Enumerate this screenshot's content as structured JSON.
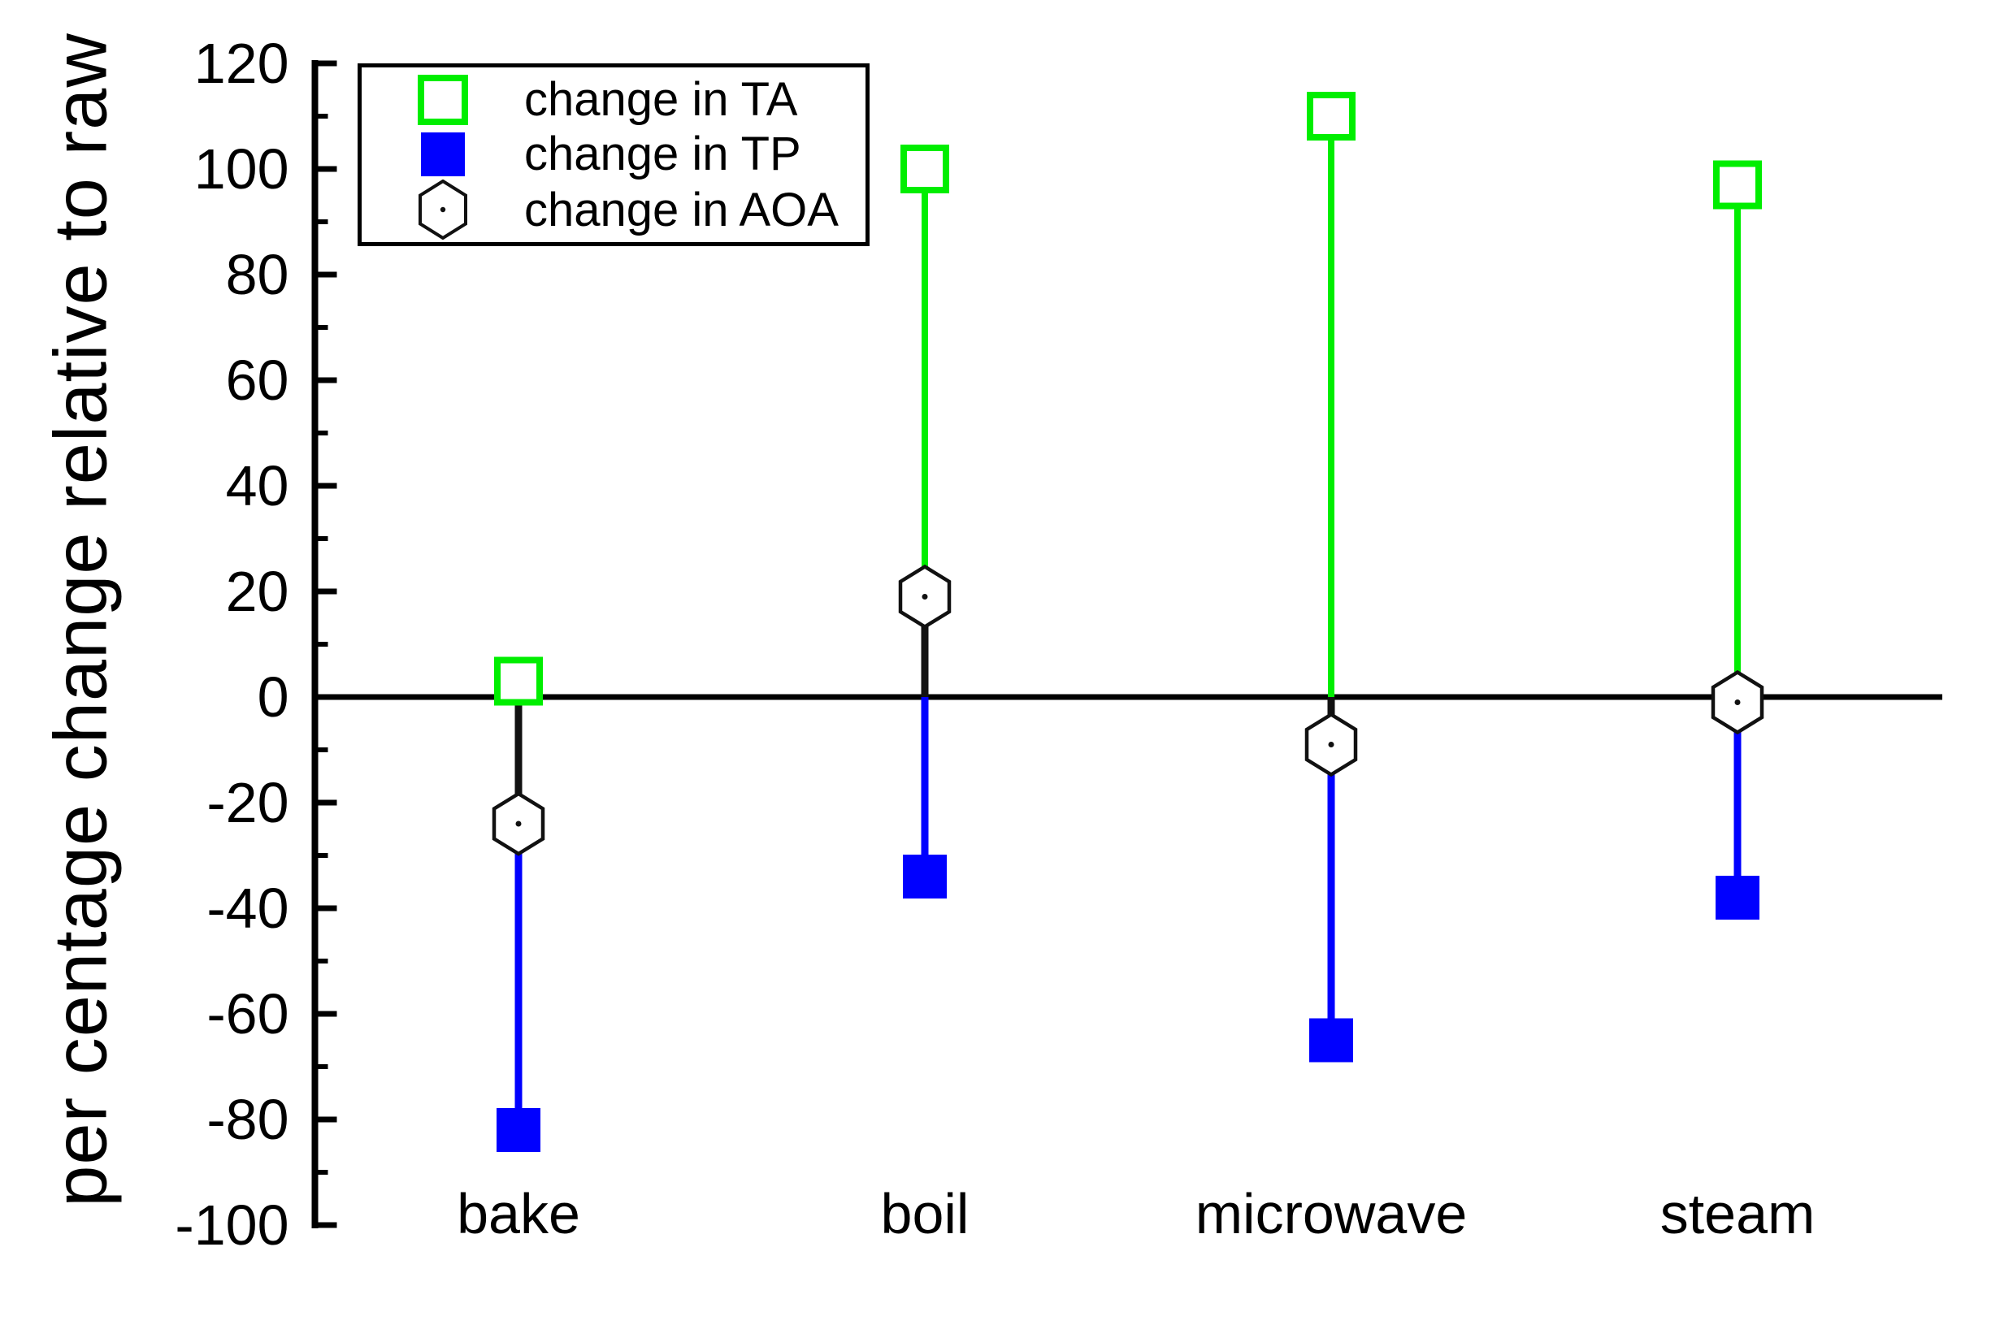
{
  "chart_data": {
    "type": "stem",
    "title": "",
    "ylabel": "per centage change relative to raw",
    "xlabel": "",
    "categories": [
      "bake",
      "boil",
      "microwave",
      "steam"
    ],
    "series": [
      {
        "name": "change in TA",
        "marker": "open-square",
        "color": "#00ee00",
        "values": [
          3,
          100,
          110,
          97
        ]
      },
      {
        "name": "change in TP",
        "marker": "filled-square",
        "color": "#0000ff",
        "values": [
          -82,
          -34,
          -65,
          -38
        ]
      },
      {
        "name": "change in AOA",
        "marker": "open-hexagon-dot",
        "color": "#111111",
        "values": [
          -24,
          19,
          -9,
          -1
        ]
      }
    ],
    "ylim": [
      -100,
      120
    ],
    "yticks_major": [
      120,
      100,
      80,
      60,
      40,
      20,
      0,
      -20,
      -40,
      -60,
      -80,
      -100
    ],
    "ytick_minor_step": 10,
    "baseline": 0,
    "grid": false,
    "legend_position": "top-left",
    "axis_color": "#000000",
    "text_color": "#000000"
  }
}
